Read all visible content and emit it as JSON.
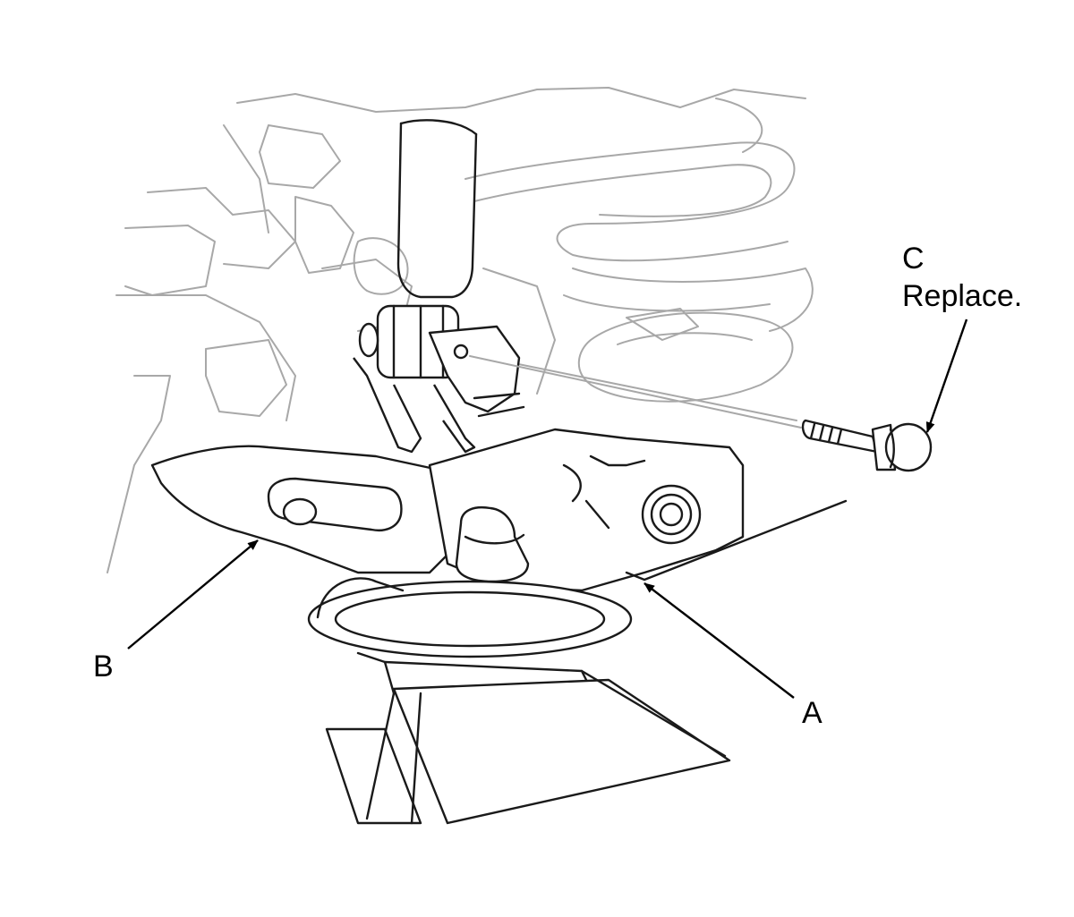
{
  "callouts": {
    "a": {
      "letter": "A"
    },
    "b": {
      "letter": "B"
    },
    "c": {
      "letter": "C",
      "note": "Replace."
    }
  },
  "colors": {
    "line": "#1a1a1a",
    "faint": "#a8a8a8",
    "background": "#ffffff"
  }
}
